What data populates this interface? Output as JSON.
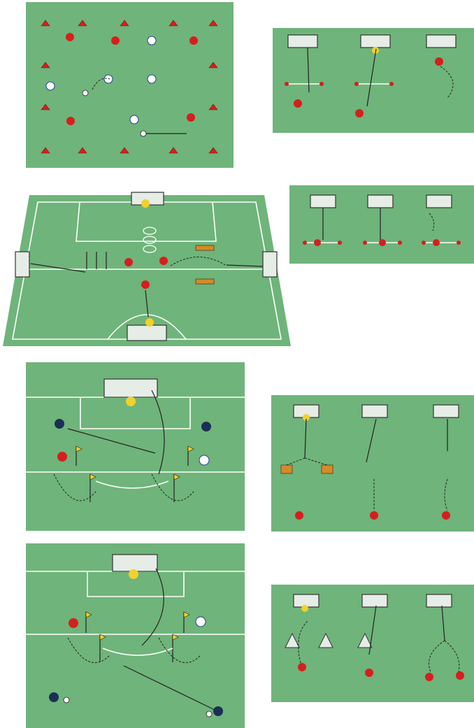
{
  "colors": {
    "pitch": "#6fb47a",
    "pitch_light": "#7cc387",
    "line": "#ffffff",
    "team_red": "#d41f1f",
    "team_white": "#ffffff",
    "team_blue": "#1e3f8f",
    "goalkeeper": "#f1d12b",
    "coach": "#1b2f55",
    "cone": "#d41f1f",
    "hurdle": "#d58a2a"
  },
  "panels": [
    {
      "id": "grid-passing-square",
      "type": "training-diagram"
    },
    {
      "id": "three-goal-finishing-drills",
      "type": "training-diagram"
    },
    {
      "id": "full-pitch-perspective-drill",
      "type": "training-diagram"
    },
    {
      "id": "three-mini-goal-cone-drills",
      "type": "training-diagram"
    },
    {
      "id": "penalty-box-cross-drill",
      "type": "training-diagram"
    },
    {
      "id": "three-goal-hurdle-dribble-drills",
      "type": "training-diagram"
    },
    {
      "id": "penalty-box-coach-feed-drill",
      "type": "training-diagram"
    },
    {
      "id": "three-goal-mannequin-drills",
      "type": "training-diagram"
    }
  ]
}
